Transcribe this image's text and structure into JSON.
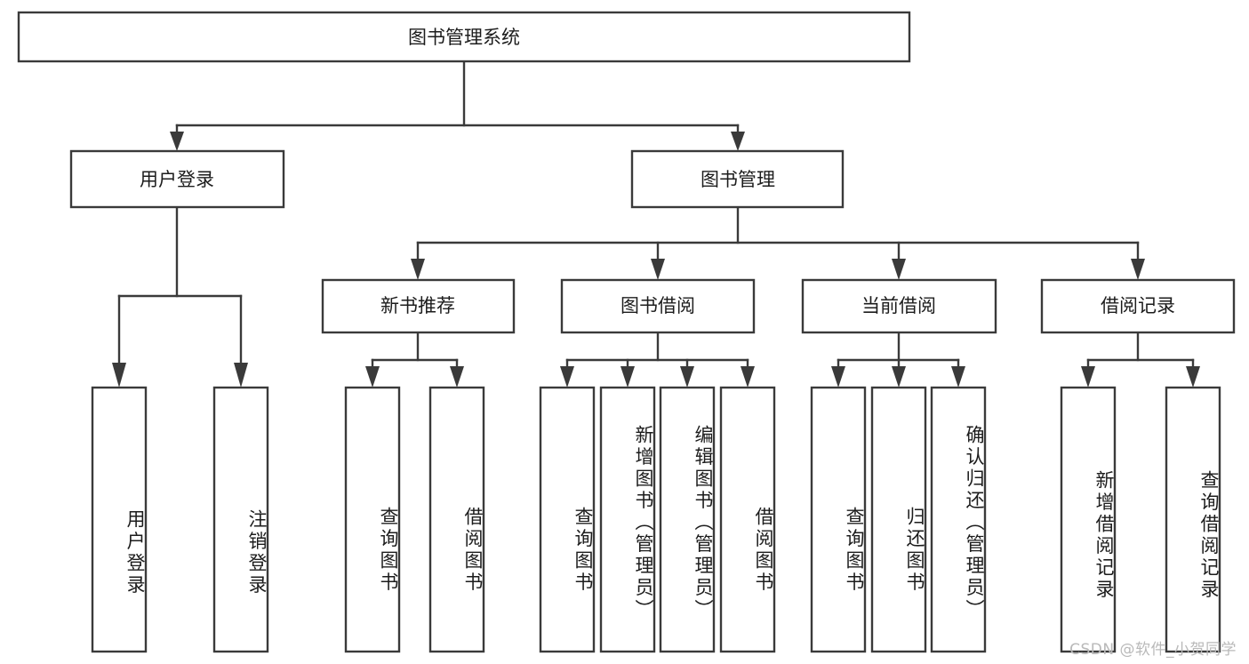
{
  "diagram": {
    "type": "tree",
    "title": "图书管理系统",
    "root": {
      "id": "root",
      "label": "图书管理系统",
      "orientation": "horizontal"
    },
    "level2": [
      {
        "id": "user-login",
        "label": "用户登录",
        "orientation": "horizontal"
      },
      {
        "id": "book-manage",
        "label": "图书管理",
        "orientation": "horizontal"
      }
    ],
    "level3": [
      {
        "id": "new-book-recommend",
        "label": "新书推荐",
        "parent": "book-manage",
        "orientation": "horizontal"
      },
      {
        "id": "book-borrow",
        "label": "图书借阅",
        "parent": "book-manage",
        "orientation": "horizontal"
      },
      {
        "id": "current-borrow",
        "label": "当前借阅",
        "parent": "book-manage",
        "orientation": "horizontal"
      },
      {
        "id": "borrow-record",
        "label": "借阅记录",
        "parent": "book-manage",
        "orientation": "horizontal"
      }
    ],
    "leaves": [
      {
        "id": "leaf-user-login",
        "label": "用户登录",
        "parent": "user-login",
        "orientation": "vertical"
      },
      {
        "id": "leaf-logout-login",
        "label": "注销登录",
        "parent": "user-login",
        "orientation": "vertical"
      },
      {
        "id": "leaf-query-book-1",
        "label": "查询图书",
        "parent": "new-book-recommend",
        "orientation": "vertical"
      },
      {
        "id": "leaf-borrow-book-1",
        "label": "借阅图书",
        "parent": "new-book-recommend",
        "orientation": "vertical"
      },
      {
        "id": "leaf-query-book-2",
        "label": "查询图书",
        "parent": "book-borrow",
        "orientation": "vertical"
      },
      {
        "id": "leaf-add-book",
        "label": "新增图书（管理员）",
        "parent": "book-borrow",
        "orientation": "vertical"
      },
      {
        "id": "leaf-edit-book",
        "label": "编辑图书（管理员）",
        "parent": "book-borrow",
        "orientation": "vertical"
      },
      {
        "id": "leaf-borrow-book-2",
        "label": "借阅图书",
        "parent": "book-borrow",
        "orientation": "vertical"
      },
      {
        "id": "leaf-query-book-3",
        "label": "查询图书",
        "parent": "current-borrow",
        "orientation": "vertical"
      },
      {
        "id": "leaf-return-book",
        "label": "归还图书",
        "parent": "current-borrow",
        "orientation": "vertical"
      },
      {
        "id": "leaf-confirm-return",
        "label": "确认归还（管理员）",
        "parent": "current-borrow",
        "orientation": "vertical"
      },
      {
        "id": "leaf-add-record",
        "label": "新增借阅记录",
        "parent": "borrow-record",
        "orientation": "vertical"
      },
      {
        "id": "leaf-query-record",
        "label": "查询借阅记录",
        "parent": "borrow-record",
        "orientation": "vertical"
      }
    ],
    "colors": {
      "stroke": "#3a3a3a",
      "fill": "#ffffff",
      "text": "#1c1c1c",
      "watermark": "#b9b9b9"
    }
  },
  "watermark": {
    "text": "CSDN @软件_小贺同学"
  }
}
